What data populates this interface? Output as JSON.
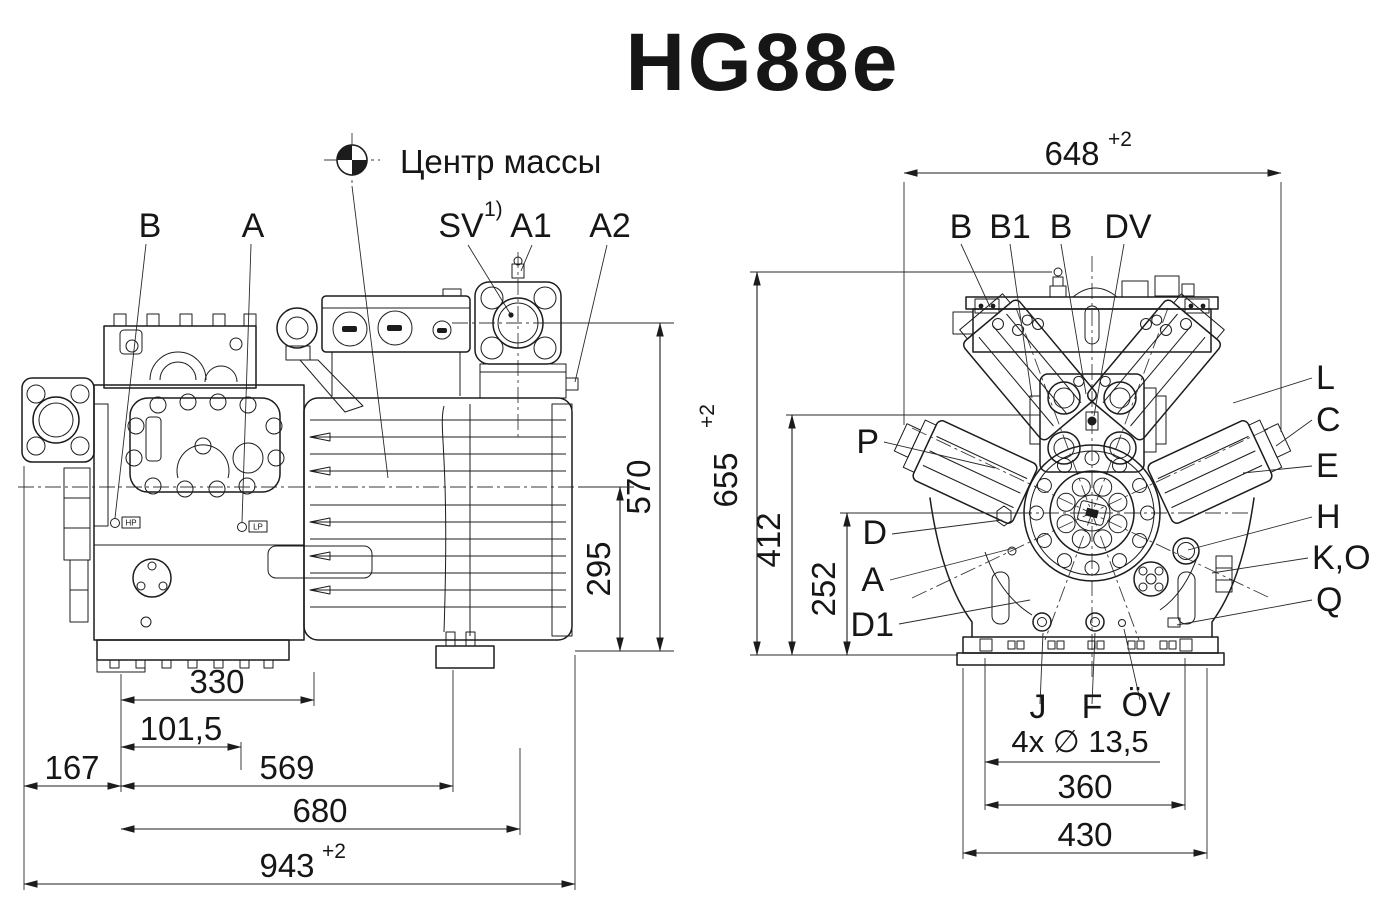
{
  "title": "HG88e",
  "center_of_mass_label": "Центр массы",
  "side_view": {
    "callouts": {
      "b": "B",
      "a": "A",
      "sv": "SV",
      "sv_sup": "1)",
      "a1": "A1",
      "a2": "A2",
      "hp": "HP",
      "lp": "LP"
    },
    "dims": {
      "h570": "570",
      "h295": "295",
      "w330": "330",
      "w101_5": "101,5",
      "w167": "167",
      "w569": "569",
      "w680": "680",
      "w943": "943",
      "w943_tol": "+2"
    }
  },
  "front_view": {
    "callouts_top": [
      "B",
      "B1",
      "B",
      "DV"
    ],
    "callouts_right": [
      "L",
      "C",
      "E",
      "H",
      "K,O",
      "Q"
    ],
    "callouts_left": [
      "P",
      "D",
      "A",
      "D1"
    ],
    "callouts_bottom": [
      "J",
      "F",
      "ÖV"
    ],
    "hole_note": "4x ∅ 13,5",
    "dims": {
      "w648": "648",
      "w648_tol": "+2",
      "h655": "655",
      "h655_tol": "+2",
      "h412": "412",
      "h252": "252",
      "w360": "360",
      "w430": "430"
    }
  }
}
